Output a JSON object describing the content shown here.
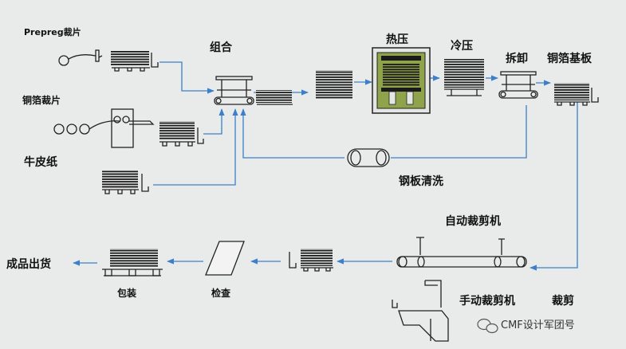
{
  "labels": {
    "prepreg_cut": "Prepreg裁片",
    "copper_foil_cut": "铜箔裁片",
    "kraft_paper": "牛皮纸",
    "combine": "组合",
    "hot_press": "热压",
    "cold_press": "冷压",
    "disassemble": "拆卸",
    "ccl": "铜箔基板",
    "steel_plate_wash": "钢板清洗",
    "auto_cutter": "自动裁剪机",
    "manual_cutter": "手动裁剪机",
    "cutting": "裁剪",
    "inspection": "检查",
    "packing": "包装",
    "finished_shipping": "成品出货"
  },
  "watermark": "CMF设计军团号",
  "colors": {
    "background": "#e9ebea",
    "flow_arrow": "#3d7fc9",
    "press_green": "#8fa34a",
    "equipment": "#222222"
  }
}
